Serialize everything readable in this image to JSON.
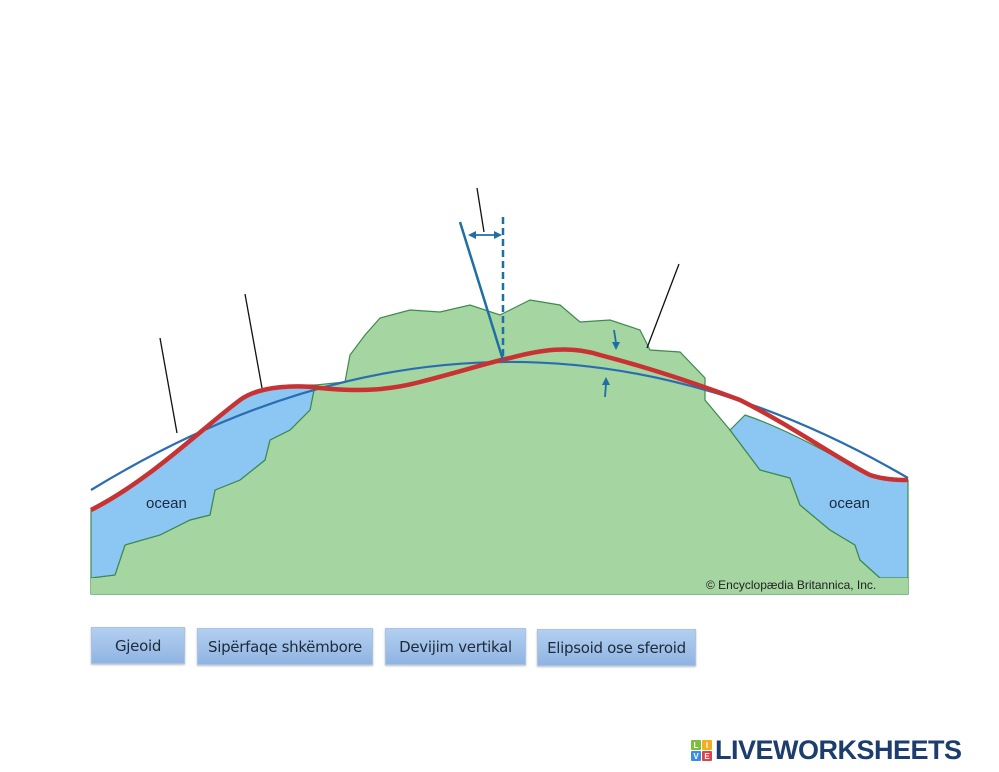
{
  "diagram": {
    "ocean_left": "ocean",
    "ocean_right": "ocean",
    "credit": "© Encyclopædia Britannica, Inc.",
    "colors": {
      "land": "#a5d5a1",
      "ocean": "#8cc6f2",
      "geoid": "#c83232",
      "ellipsoid": "#2a6db0"
    }
  },
  "labels": [
    {
      "text": "Gjeoid"
    },
    {
      "text": "Sipërfaqe shkëmbore"
    },
    {
      "text": "Devijim vertikal"
    },
    {
      "text": "Elipsoid ose sferoid"
    }
  ],
  "logo": {
    "text": "LIVEWORKSHEETS",
    "tiles": [
      "L",
      "I",
      "V",
      "E"
    ]
  }
}
